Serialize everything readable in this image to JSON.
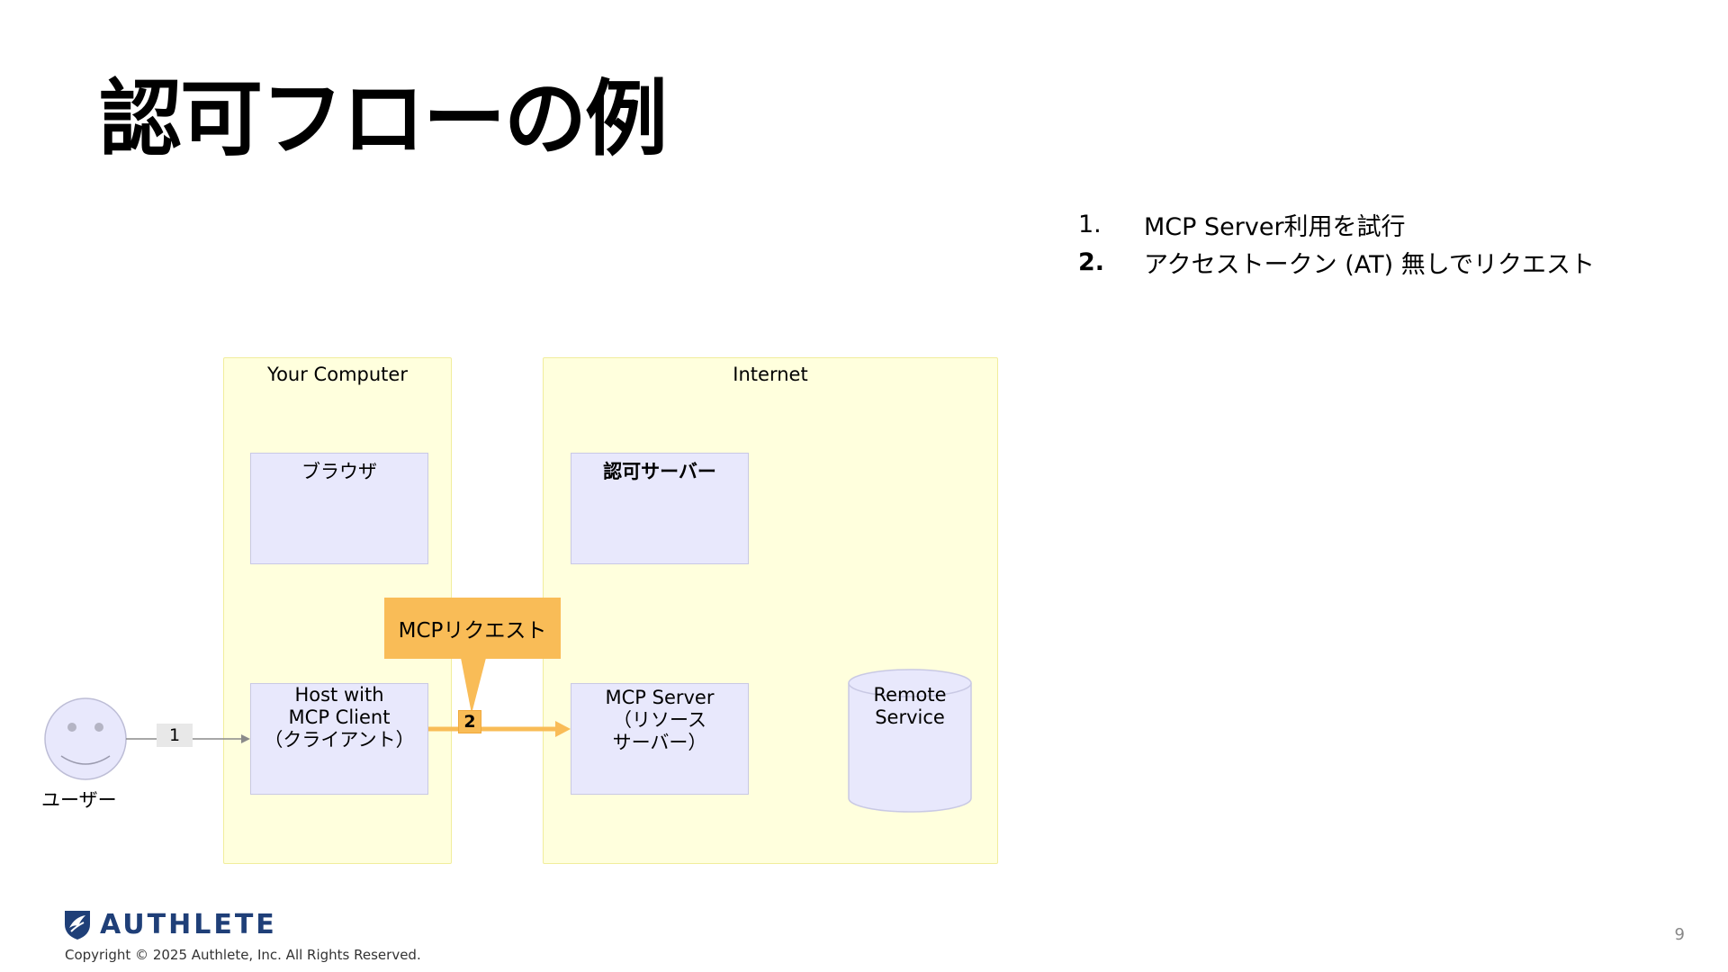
{
  "slide": {
    "title": "認可フローの例",
    "page_number": "9"
  },
  "steps": [
    {
      "number": "1.",
      "text": "MCP Server利用を試行"
    },
    {
      "number": "2.",
      "text": "アクセストークン (AT) 無しでリクエスト"
    }
  ],
  "diagram": {
    "regions": {
      "your_computer": "Your Computer",
      "internet": "Internet"
    },
    "nodes": {
      "browser": "ブラウザ",
      "auth_server": "認可サーバー",
      "host": "Host with\nMCP Client\n（クライアント）",
      "mcp_server": "MCP Server\n（リソース\nサーバー）",
      "remote_service": "Remote\nService",
      "user": "ユーザー"
    },
    "callout": "MCPリクエスト",
    "badges": {
      "step1": "1",
      "step2": "2"
    },
    "colors": {
      "region_fill": "#ffffdd",
      "node_fill": "#e8e8fc",
      "highlight": "#f9bc57"
    }
  },
  "footer": {
    "logo_text": "AUTHLETE",
    "copyright": "Copyright © 2025 Authlete, Inc. All Rights Reserved.",
    "logo_icon": "authlete-logo-icon"
  }
}
